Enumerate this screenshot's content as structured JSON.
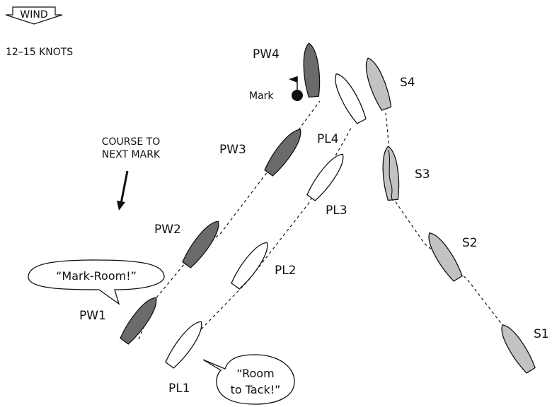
{
  "wind": {
    "label": "WIND",
    "speed": "12–15 KNOTS"
  },
  "course": {
    "line1": "COURSE TO",
    "line2": "NEXT MARK"
  },
  "mark": {
    "label": "Mark"
  },
  "colors": {
    "pw_boat": "#6b6b6b",
    "pl_boat": "#ffffff",
    "s_boat": "#c2c2c2",
    "outline": "#111111"
  },
  "boats": {
    "pw": [
      "PW1",
      "PW2",
      "PW3",
      "PW4"
    ],
    "pl": [
      "PL1",
      "PL2",
      "PL3",
      "PL4"
    ],
    "s": [
      "S1",
      "S2",
      "S3",
      "S4"
    ]
  },
  "callouts": {
    "mark_room": "“Mark-Room!”",
    "room_line1": "“Room",
    "room_line2": "to Tack!”"
  }
}
